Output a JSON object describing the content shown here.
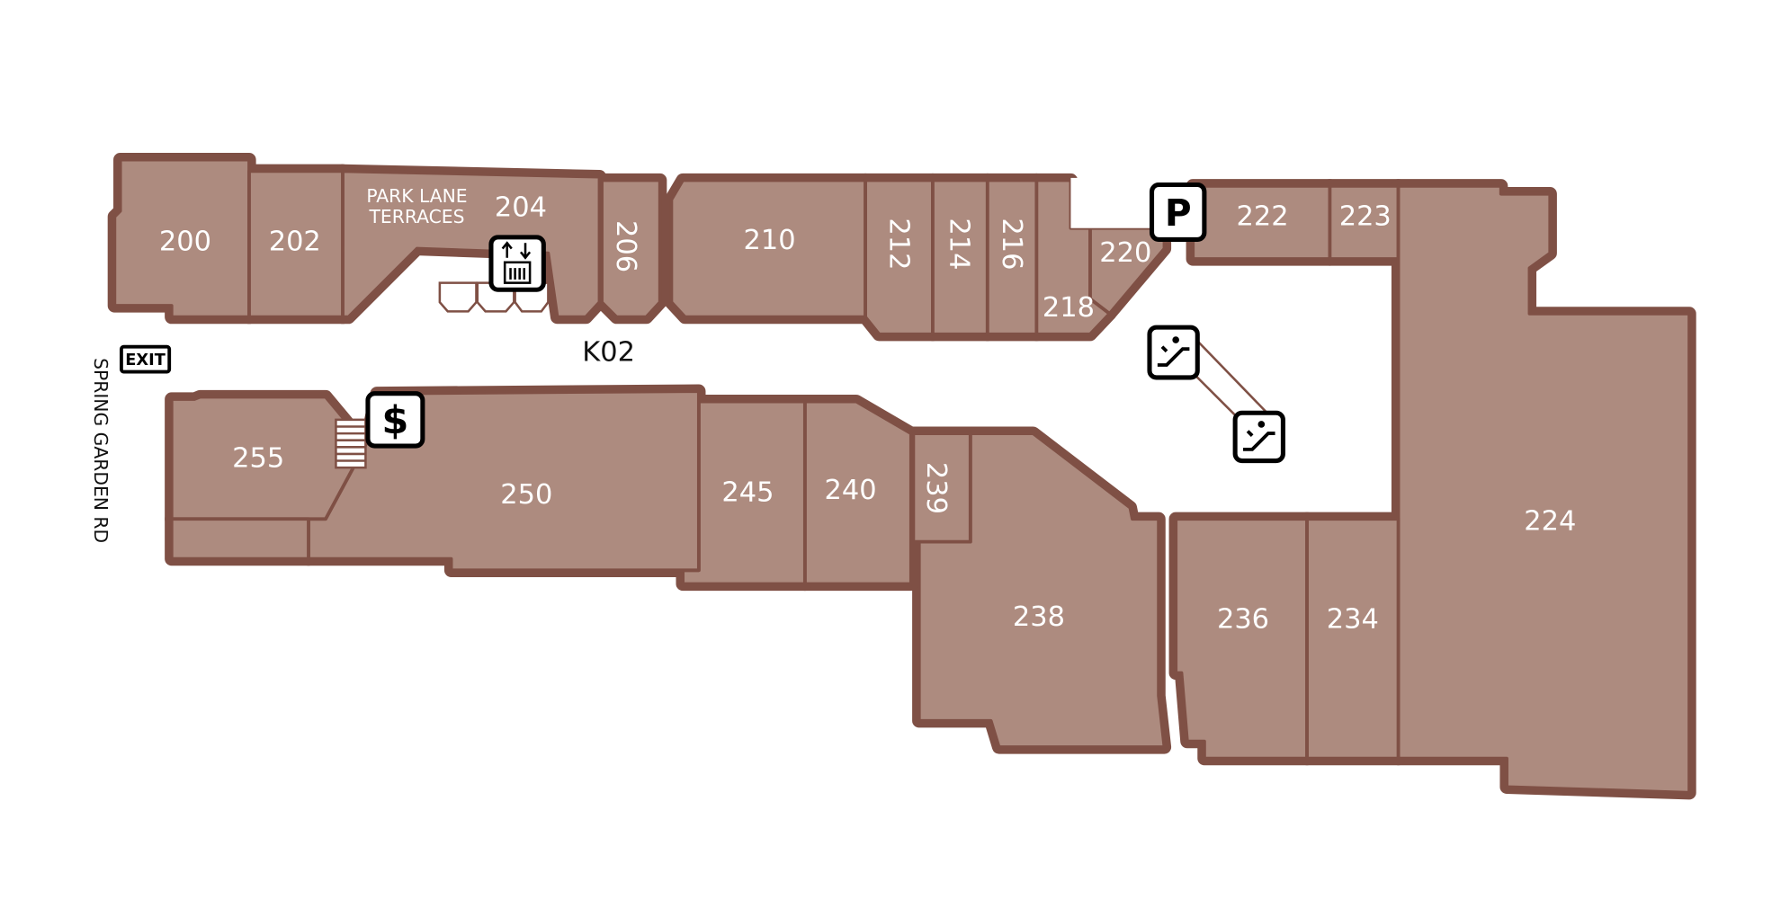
{
  "map": {
    "corridor_label": "K02",
    "street_label": "SPRING GARDEN RD",
    "exit_label": "EXIT",
    "colors": {
      "unit_fill": "#ad8b7f",
      "unit_border": "#7f5045",
      "background": "#ffffff"
    },
    "units": {
      "u200": "200",
      "u202": "202",
      "park_lane_line1": "PARK LANE",
      "park_lane_line2": "TERRACES",
      "u204": "204",
      "u206": "206",
      "u210": "210",
      "u212": "212",
      "u214": "214",
      "u216": "216",
      "u218": "218",
      "u220": "220",
      "u222": "222",
      "u223": "223",
      "u224": "224",
      "u234": "234",
      "u236": "236",
      "u238": "238",
      "u239": "239",
      "u240": "240",
      "u245": "245",
      "u250": "250",
      "u255": "255"
    },
    "icons": {
      "parking": "P",
      "atm": "$",
      "elevator": "elevator-icon",
      "escalator": "escalator-icon"
    }
  }
}
